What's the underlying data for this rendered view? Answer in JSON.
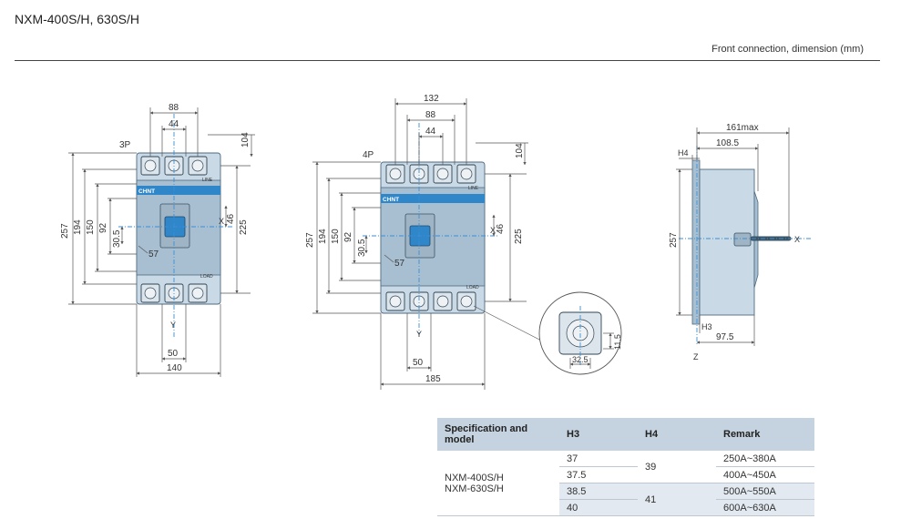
{
  "header": {
    "title": "NXM-400S/H, 630S/H",
    "subtitle": "Front connection, dimension (mm)"
  },
  "views": {
    "view_3p": {
      "label": "3P",
      "brand": "CHNT",
      "line_text": "LINE",
      "load_text": "LOAD",
      "axis_x": "X",
      "axis_y": "Y",
      "dims": {
        "w88": "88",
        "w44": "44",
        "h104": "104",
        "h257": "257",
        "h194": "194",
        "h150": "150",
        "h92": "92",
        "h30_5": "30.5",
        "h46": "46",
        "h225": "225",
        "w57": "57",
        "w50": "50",
        "w140": "140"
      }
    },
    "view_4p": {
      "label": "4P",
      "brand": "CHNT",
      "line_text": "LINE",
      "load_text": "LOAD",
      "axis_x": "X",
      "axis_y": "Y",
      "dims": {
        "w132": "132",
        "w88": "88",
        "w44": "44",
        "h104": "104",
        "h257": "257",
        "h194": "194",
        "h150": "150",
        "h92": "92",
        "h30_5": "30.5",
        "h46": "46",
        "h225": "225",
        "w57": "57",
        "w50": "50",
        "w185": "185"
      }
    },
    "detail": {
      "w32_5": "32.5",
      "h11_5": "11.5"
    },
    "side": {
      "axis_x": "X",
      "axis_z": "Z",
      "dims": {
        "w161max": "161max",
        "w108_5": "108.5",
        "h4": "H4",
        "h3": "H3",
        "h257": "257",
        "w97_5": "97.5"
      }
    }
  },
  "spec_table": {
    "headers": {
      "model": "Specification and model",
      "h3": "H3",
      "h4": "H4",
      "remark": "Remark"
    },
    "models": [
      "NXM-400S/H",
      "NXM-630S/H"
    ],
    "h3_values": [
      "37",
      "37.5",
      "38.5",
      "40"
    ],
    "h4_values": [
      "39",
      "41"
    ],
    "remarks": [
      "250A~380A",
      "400A~450A",
      "500A~550A",
      "600A~630A"
    ]
  },
  "colors": {
    "accent": "#2f86c8",
    "body": "#c9d9e6",
    "header_bg": "#c5d3e0"
  }
}
